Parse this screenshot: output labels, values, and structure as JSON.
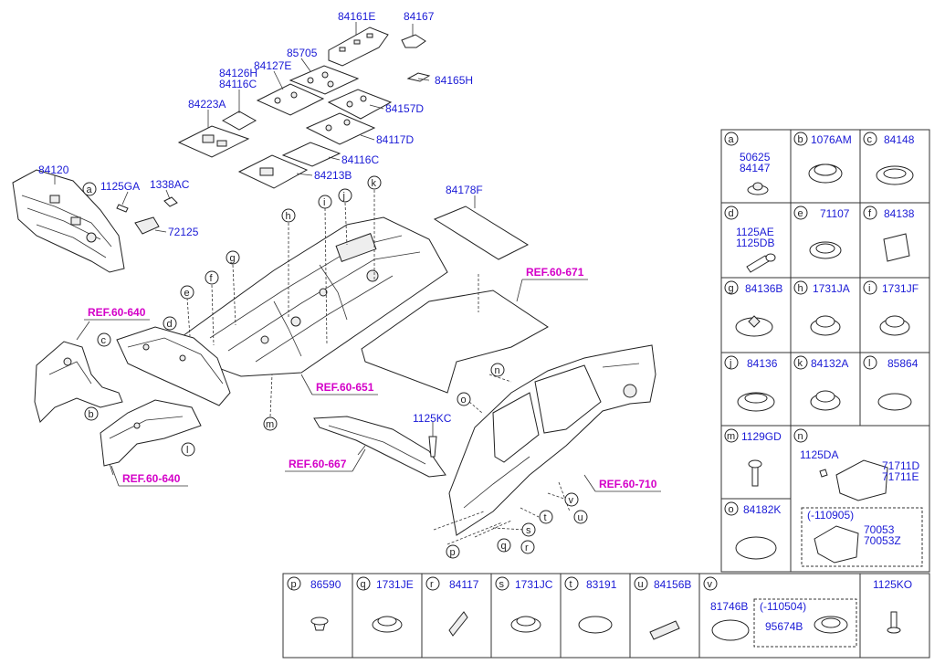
{
  "part_labels": [
    {
      "id": "p84161E",
      "text": "84161E"
    },
    {
      "id": "p84167",
      "text": "84167"
    },
    {
      "id": "p85705",
      "text": "85705"
    },
    {
      "id": "p84127E",
      "text": "84127E"
    },
    {
      "id": "p84126H",
      "text": "84126H"
    },
    {
      "id": "p84116C_a",
      "text": "84116C"
    },
    {
      "id": "p84165H",
      "text": "84165H"
    },
    {
      "id": "p84223A",
      "text": "84223A"
    },
    {
      "id": "p84157D",
      "text": "84157D"
    },
    {
      "id": "p84117D",
      "text": "84117D"
    },
    {
      "id": "p84116C_b",
      "text": "84116C"
    },
    {
      "id": "p84213B",
      "text": "84213B"
    },
    {
      "id": "p84120",
      "text": "84120"
    },
    {
      "id": "p1125GA",
      "text": "1125GA"
    },
    {
      "id": "p1338AC",
      "text": "1338AC"
    },
    {
      "id": "p72125",
      "text": "72125"
    },
    {
      "id": "p84178F",
      "text": "84178F"
    },
    {
      "id": "p1125KC",
      "text": "1125KC"
    }
  ],
  "ref_labels": [
    {
      "id": "r671",
      "text": "REF.60-671"
    },
    {
      "id": "r640a",
      "text": "REF.60-640"
    },
    {
      "id": "r651",
      "text": "REF.60-651"
    },
    {
      "id": "r640b",
      "text": "REF.60-640"
    },
    {
      "id": "r667",
      "text": "REF.60-667"
    },
    {
      "id": "r710",
      "text": "REF.60-710"
    }
  ],
  "callouts": [
    "a",
    "b",
    "c",
    "d",
    "e",
    "f",
    "g",
    "h",
    "i",
    "j",
    "k",
    "m",
    "n",
    "o",
    "p",
    "q",
    "r",
    "s",
    "t",
    "u",
    "v",
    "l"
  ],
  "table_right": [
    {
      "key": "a",
      "parts": [
        "50625",
        "84147"
      ]
    },
    {
      "key": "b",
      "parts": [
        "1076AM"
      ]
    },
    {
      "key": "c",
      "parts": [
        "84148"
      ]
    },
    {
      "key": "d",
      "parts": [
        "1125AE",
        "1125DB"
      ]
    },
    {
      "key": "e",
      "parts": [
        "71107"
      ]
    },
    {
      "key": "f",
      "parts": [
        "84138"
      ]
    },
    {
      "key": "g",
      "parts": [
        "84136B"
      ]
    },
    {
      "key": "h",
      "parts": [
        "1731JA"
      ]
    },
    {
      "key": "i",
      "parts": [
        "1731JF"
      ]
    },
    {
      "key": "j",
      "parts": [
        "84136"
      ]
    },
    {
      "key": "k",
      "parts": [
        "84132A"
      ]
    },
    {
      "key": "l",
      "parts": [
        "85864"
      ]
    },
    {
      "key": "m",
      "parts": [
        "1129GD"
      ]
    },
    {
      "key": "n",
      "parts": [
        "1125DA",
        "71711D",
        "71711E",
        "(-110905)",
        "70053",
        "70053Z"
      ]
    },
    {
      "key": "o",
      "parts": [
        "84182K"
      ]
    }
  ],
  "table_bottom": [
    {
      "key": "p",
      "parts": [
        "86590"
      ]
    },
    {
      "key": "q",
      "parts": [
        "1731JE"
      ]
    },
    {
      "key": "r",
      "parts": [
        "84117"
      ]
    },
    {
      "key": "s",
      "parts": [
        "1731JC"
      ]
    },
    {
      "key": "t",
      "parts": [
        "83191"
      ]
    },
    {
      "key": "u",
      "parts": [
        "84156B"
      ]
    },
    {
      "key": "v",
      "parts": [
        "81746B",
        "(-110504)",
        "95674B"
      ]
    },
    {
      "key": "",
      "parts": [
        "1125KO"
      ]
    }
  ]
}
